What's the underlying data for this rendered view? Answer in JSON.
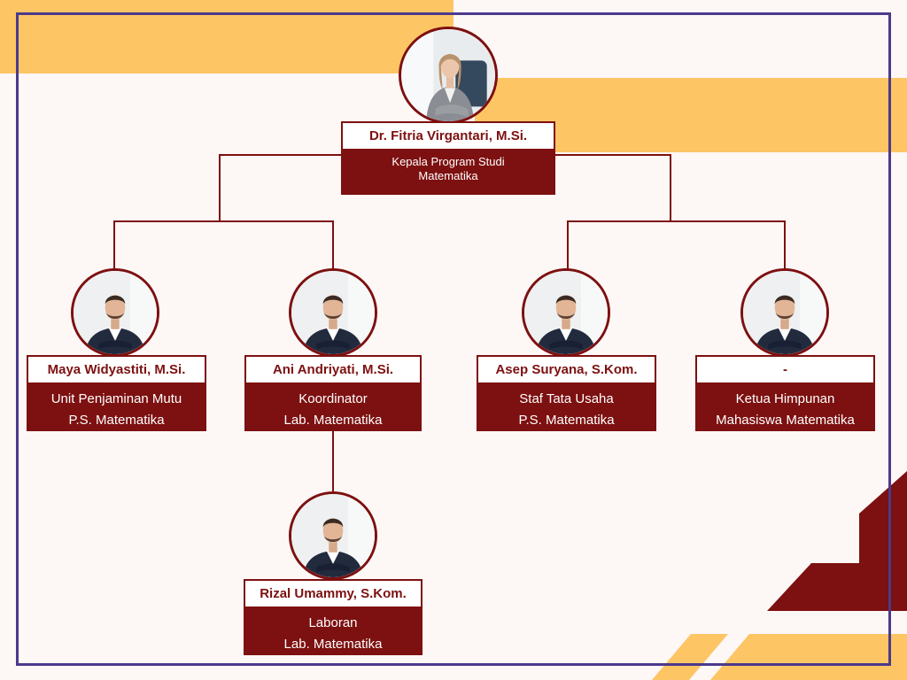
{
  "colors": {
    "maroon": "#7d1010",
    "gold": "#fec565",
    "frame": "#4b3a8c",
    "background": "#fdf7f6"
  },
  "org": {
    "head": {
      "name": "Dr. Fitria Virgantari, M.Si.",
      "role_line1": "Kepala Program Studi",
      "role_line2": "Matematika",
      "photo": "woman-avatar-icon"
    },
    "members": [
      {
        "name": "Maya Widyastiti, M.Si.",
        "role_line1": "Unit Penjaminan Mutu",
        "role_line2": "P.S. Matematika",
        "photo": "man-avatar-icon"
      },
      {
        "name": "Ani Andriyati, M.Si.",
        "role_line1": "Koordinator",
        "role_line2": "Lab. Matematika",
        "photo": "man-avatar-icon"
      },
      {
        "name": "Asep Suryana, S.Kom.",
        "role_line1": "Staf Tata Usaha",
        "role_line2": "P.S. Matematika",
        "photo": "man-avatar-icon"
      },
      {
        "name": "-",
        "role_line1": "Ketua Himpunan",
        "role_line2": "Mahasiswa Matematika",
        "photo": "man-avatar-icon"
      }
    ],
    "sub": {
      "name": "Rizal Umammy, S.Kom.",
      "role_line1": "Laboran",
      "role_line2": "Lab. Matematika",
      "photo": "man-avatar-icon"
    }
  }
}
